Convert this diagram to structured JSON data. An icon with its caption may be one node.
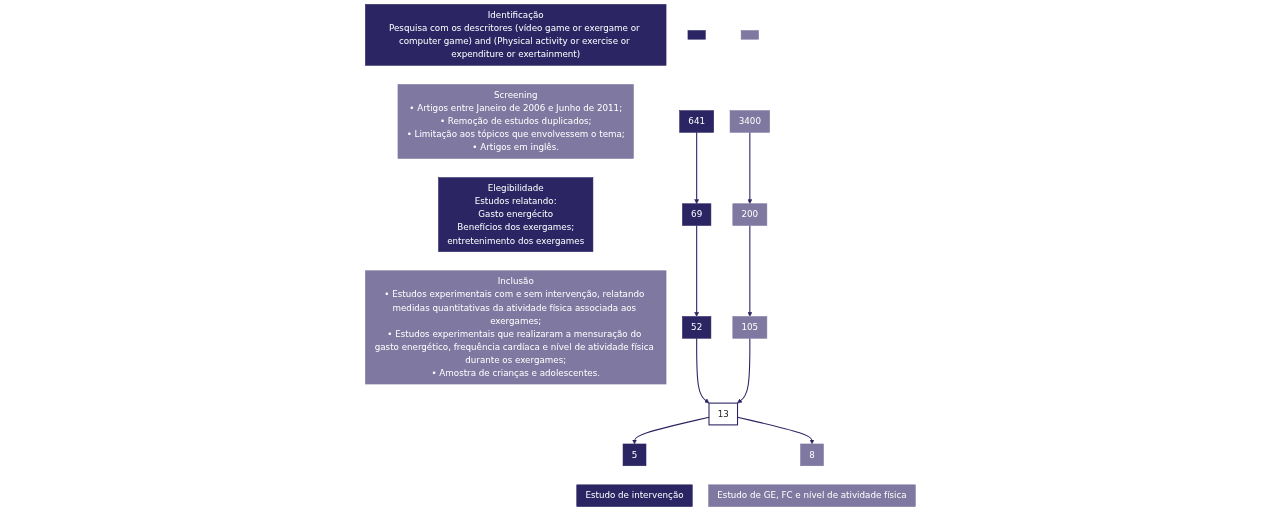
{
  "diagram": {
    "nodes": [
      {
        "text": [
          "Identificação",
          "Pesquisa com os descritores (vídeo game or exergame or computer game) and (Physical activity or exercise or expenditure or exertainment)"
        ]
      },
      {
        "text": [
          "Screening",
          "• Artigos entre Janeiro de 2006 e Junho de 2011;",
          "• Remoção de estudos duplicados;",
          "• Limitação aos tópicos que envolvessem o tema;",
          "• Artigos em inglês."
        ]
      },
      {
        "text": [
          "Elegibilidade",
          "Estudos relatando:",
          "Gasto energécito",
          "Benefícios dos exergames;",
          "entretenimento dos exergames"
        ]
      },
      {
        "text": [
          "Inclusão",
          "• Estudos experimentais com e sem intervenção, relatando medidas quantitativas da atividade física associada aos exergames;",
          "• Estudos experimentais que realizaram a mensuração do gasto energético, frequência cardíaca e nível de atividade física durante os exergames;",
          "• Amostra de crianças e adolescentes."
        ]
      },
      {
        "text": [],
        "shape": "box"
      },
      {
        "text": [],
        "shape": "box"
      },
      {
        "text": [
          "641"
        ]
      },
      {
        "text": [
          "3400"
        ]
      },
      {
        "text": [
          "69"
        ]
      },
      {
        "text": [
          "200"
        ]
      },
      {
        "text": [
          "52"
        ]
      },
      {
        "text": [
          "105"
        ]
      },
      {
        "text": [
          "13"
        ]
      },
      {
        "text": [
          "5"
        ]
      },
      {
        "text": [
          "8"
        ]
      },
      {
        "text": [
          "Estudo de intervenção"
        ]
      },
      {
        "text": [
          "Estudo de GE, FC e nível de atividade física"
        ]
      }
    ],
    "edges": [
      {
        "from": 6,
        "to": 8,
        "arrow": "to"
      },
      {
        "from": 8,
        "to": 10,
        "arrow": "to"
      },
      {
        "from": 7,
        "to": 9,
        "arrow": "to"
      },
      {
        "from": 9,
        "to": 11,
        "arrow": "to"
      },
      {
        "from": 10,
        "to": 12,
        "arrow": "to"
      },
      {
        "from": 11,
        "to": 12,
        "arrow": "to"
      },
      {
        "from": 12,
        "to": 13,
        "arrow": "to"
      },
      {
        "from": 12,
        "to": 14,
        "arrow": "to"
      }
    ]
  }
}
